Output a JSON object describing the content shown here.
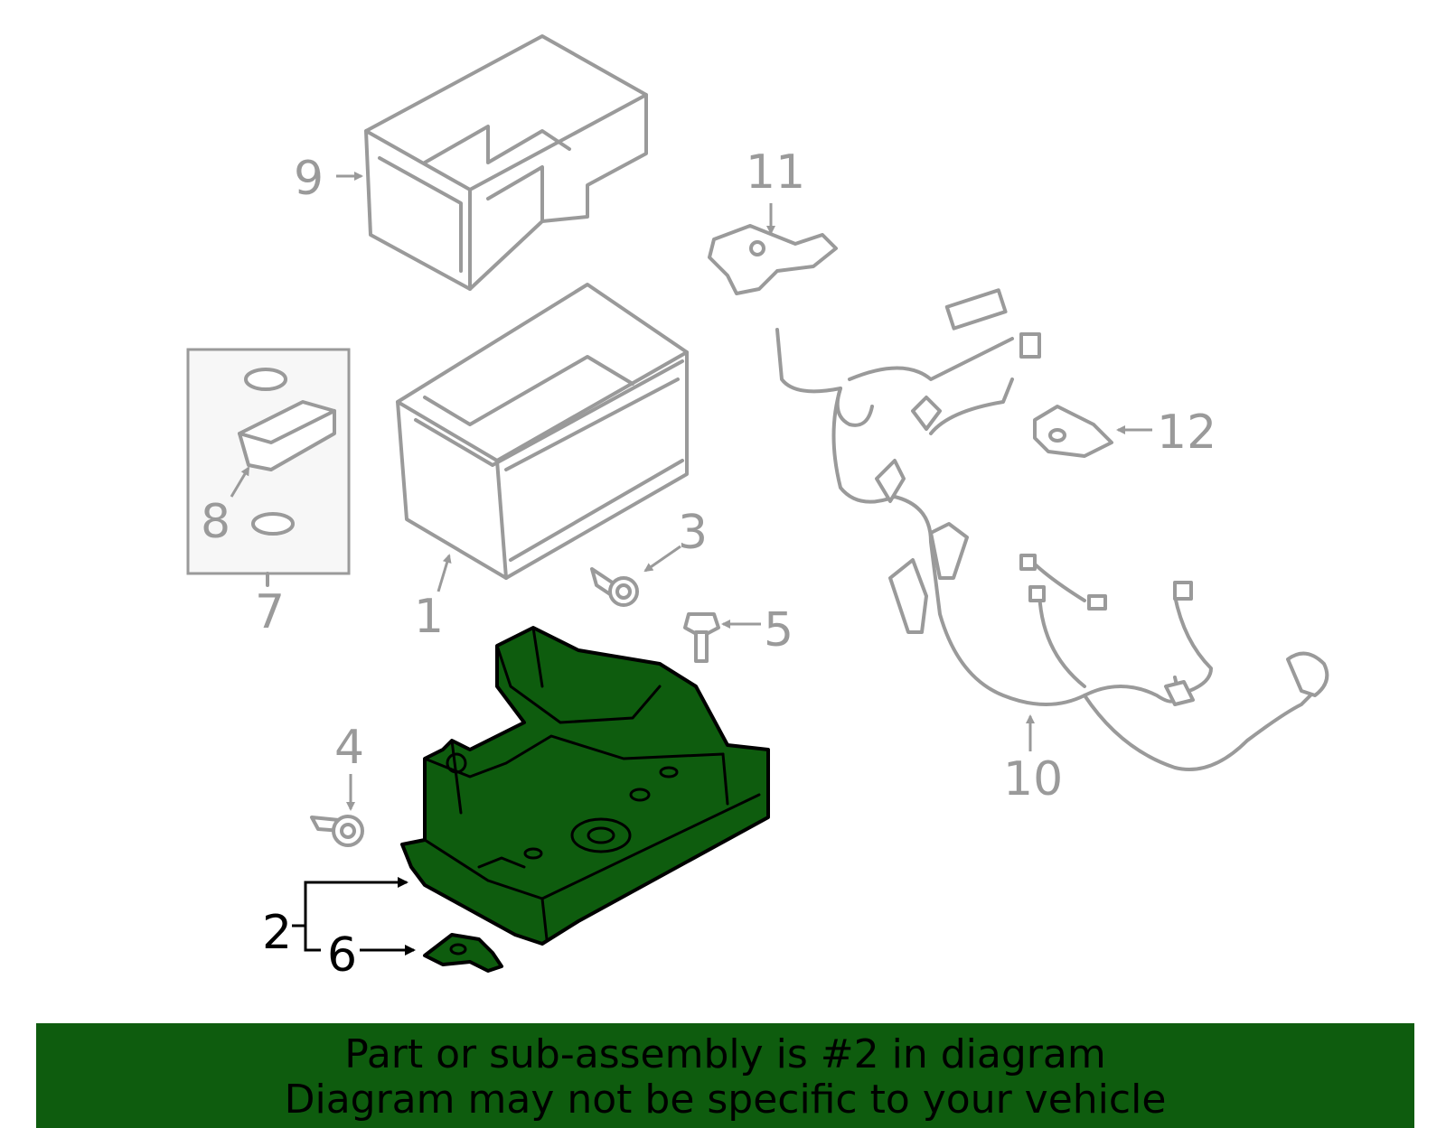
{
  "diagram": {
    "highlight_color": "#0e5c0e",
    "callouts": [
      {
        "id": "1",
        "label": "1"
      },
      {
        "id": "2",
        "label": "2"
      },
      {
        "id": "3",
        "label": "3"
      },
      {
        "id": "4",
        "label": "4"
      },
      {
        "id": "5",
        "label": "5"
      },
      {
        "id": "6",
        "label": "6"
      },
      {
        "id": "7",
        "label": "7"
      },
      {
        "id": "8",
        "label": "8"
      },
      {
        "id": "9",
        "label": "9"
      },
      {
        "id": "10",
        "label": "10"
      },
      {
        "id": "11",
        "label": "11"
      },
      {
        "id": "12",
        "label": "12"
      }
    ]
  },
  "banner": {
    "line1": "Part or sub-assembly is #2 in diagram",
    "line2": "Diagram may not be specific to your vehicle"
  }
}
